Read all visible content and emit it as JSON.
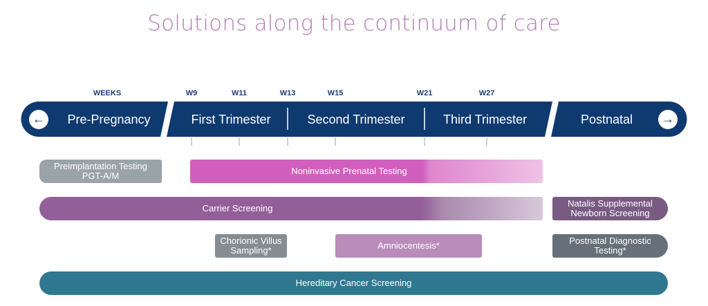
{
  "title": "Solutions along the continuum of care",
  "week_labels": [
    "WEEKS",
    "W9",
    "W11",
    "W13",
    "W15",
    "W21",
    "W27"
  ],
  "stages": [
    "Pre-Pregnancy",
    "First Trimester",
    "Second Trimester",
    "Third Trimester",
    "Postnatal"
  ],
  "nav": {
    "prev_icon": "←",
    "next_icon": "→"
  },
  "tests": {
    "pgt_line1": "Preimplantation Testing",
    "pgt_line2": "PGT-A/M",
    "nipt": "Noninvasive Prenatal Testing",
    "carrier": "Carrier Screening",
    "natalis_line1": "Natalis Supplemental",
    "natalis_line2": "Newborn Screening",
    "cvs_line1": "Chorionic Villus",
    "cvs_line2": "Sampling*",
    "amnio": "Amniocentesis*",
    "postnatal_line1": "Postnatal Diagnostic",
    "postnatal_line2": "Testing*",
    "hereditary": "Hereditary Cancer Screening"
  },
  "colors": {
    "timeline": "#0e3a70",
    "title": "#b07fb1",
    "gray": "#9aa3a8",
    "nipt": "#d25fbd",
    "carrier": "#935f99",
    "natalis": "#795a82",
    "amnio": "#b98cb9",
    "dark_gray": "#66707a",
    "hereditary": "#2f7890"
  }
}
